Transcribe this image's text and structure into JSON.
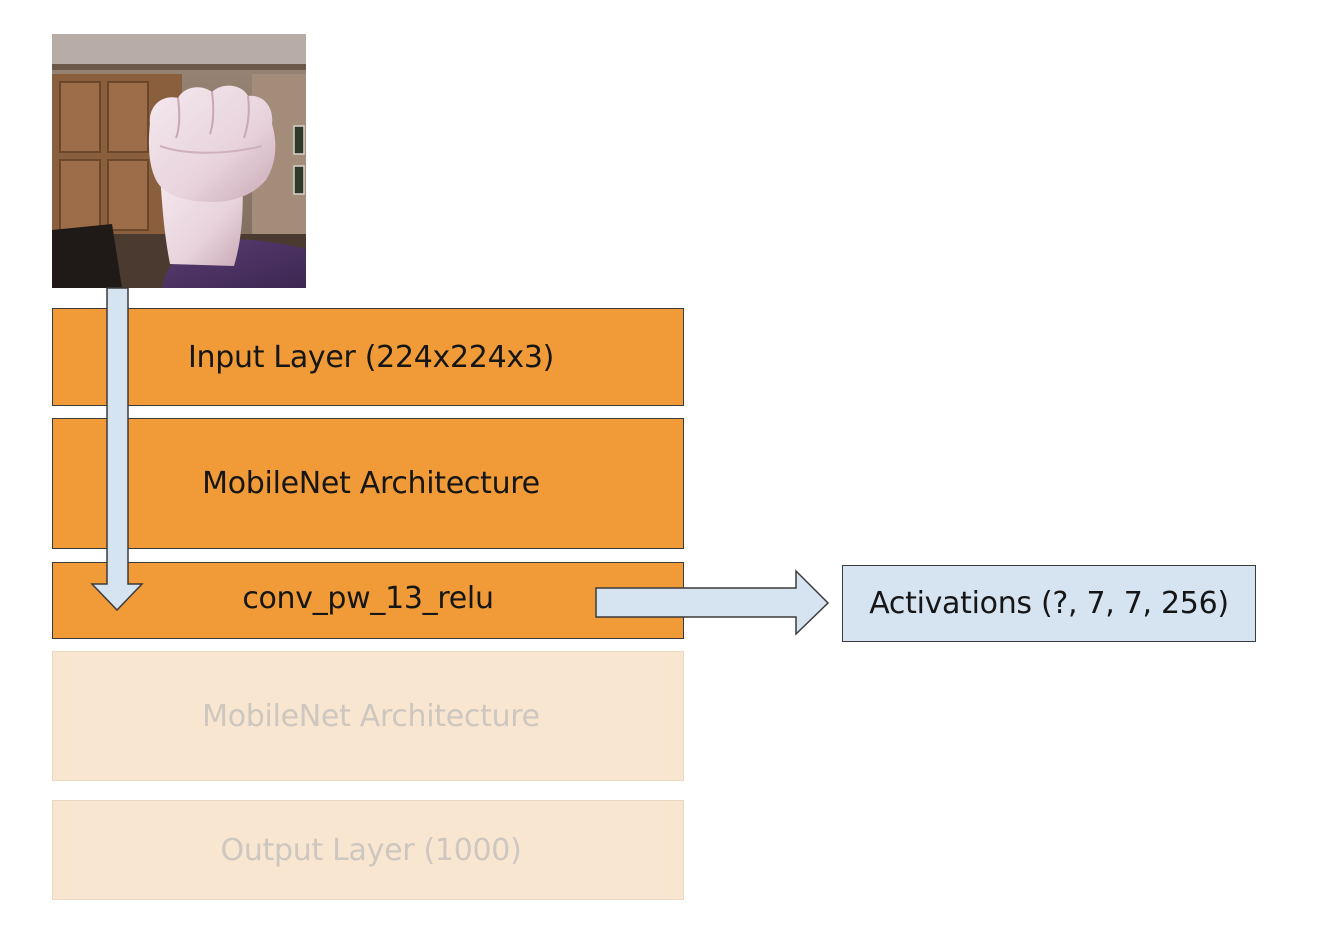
{
  "layers": [
    {
      "label": "Input Layer (224x224x3)",
      "state": "active"
    },
    {
      "label": "MobileNet Architecture",
      "state": "active"
    },
    {
      "label": "conv_pw_13_relu",
      "state": "active"
    },
    {
      "label": "MobileNet Architecture",
      "state": "faded"
    },
    {
      "label": "Output Layer (1000)",
      "state": "faded"
    }
  ],
  "output": {
    "label": "Activations (?, 7, 7, 256)"
  },
  "image": {
    "subject": "raised-fist-photo"
  },
  "colors": {
    "layer_active": "#f19b38",
    "layer_faded": "#f8e6d1",
    "arrow_fill": "#d6e3f1",
    "outline": "#3b3b3b"
  }
}
